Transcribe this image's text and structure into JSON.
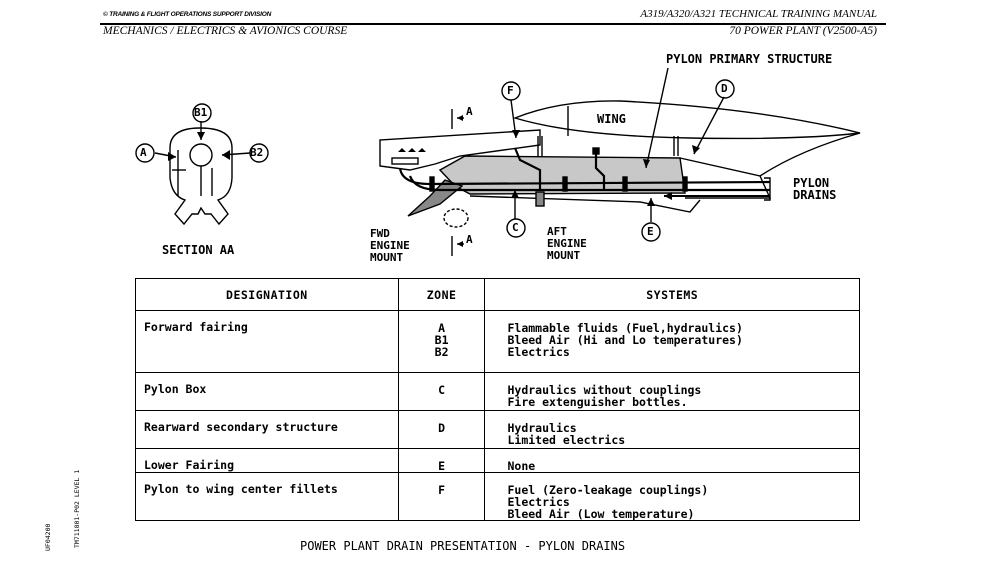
{
  "header": {
    "division": "© TRAINING & FLIGHT OPERATIONS SUPPORT DIVISION",
    "manual": "A319/A320/A321 TECHNICAL TRAINING MANUAL",
    "course": "MECHANICS / ELECTRICS & AVIONICS COURSE",
    "chapter": "70 POWER PLANT (V2500-A5)"
  },
  "diagram": {
    "section_view": {
      "zone_a": "A",
      "zone_b1": "B1",
      "zone_b2": "B2",
      "title": "SECTION AA"
    },
    "pylon_primary_structure": "PYLON PRIMARY STRUCTURE",
    "wing": "WING",
    "pylon_drains_1": "PYLON",
    "pylon_drains_2": "DRAINS",
    "section_marker": "A",
    "fwd_mount_1": "FWD",
    "fwd_mount_2": "ENGINE",
    "fwd_mount_3": "MOUNT",
    "aft_mount_1": "AFT",
    "aft_mount_2": "ENGINE",
    "aft_mount_3": "MOUNT",
    "zones": {
      "c": "C",
      "d": "D",
      "e": "E",
      "f": "F"
    }
  },
  "table": {
    "headers": {
      "designation": "DESIGNATION",
      "zone": "ZONE",
      "systems": "SYSTEMS"
    },
    "rows": [
      {
        "designation": "Forward fairing",
        "zones": [
          "A",
          "B1",
          "B2"
        ],
        "systems": [
          "Flammable fluids (Fuel,hydraulics)",
          "Bleed Air (Hi and Lo temperatures)",
          "Electrics"
        ]
      },
      {
        "designation": "Pylon Box",
        "zones": [
          "C"
        ],
        "systems": [
          "Hydraulics without couplings",
          "Fire extenguisher bottles."
        ]
      },
      {
        "designation": "Rearward secondary structure",
        "zones": [
          "D"
        ],
        "systems": [
          "Hydraulics",
          "Limited electrics"
        ]
      },
      {
        "designation": "Lower Fairing",
        "zones": [
          "E"
        ],
        "systems": [
          "None"
        ]
      },
      {
        "designation": "Pylon to wing center fillets",
        "zones": [
          "F"
        ],
        "systems": [
          "Fuel (Zero-leakage couplings)",
          "Electrics",
          "Bleed Air (Low temperature)"
        ]
      }
    ]
  },
  "caption": "POWER PLANT DRAIN PRESENTATION - PYLON DRAINS",
  "side": {
    "level": "TM711801-P02 LEVEL 1",
    "code": "UF04200"
  }
}
